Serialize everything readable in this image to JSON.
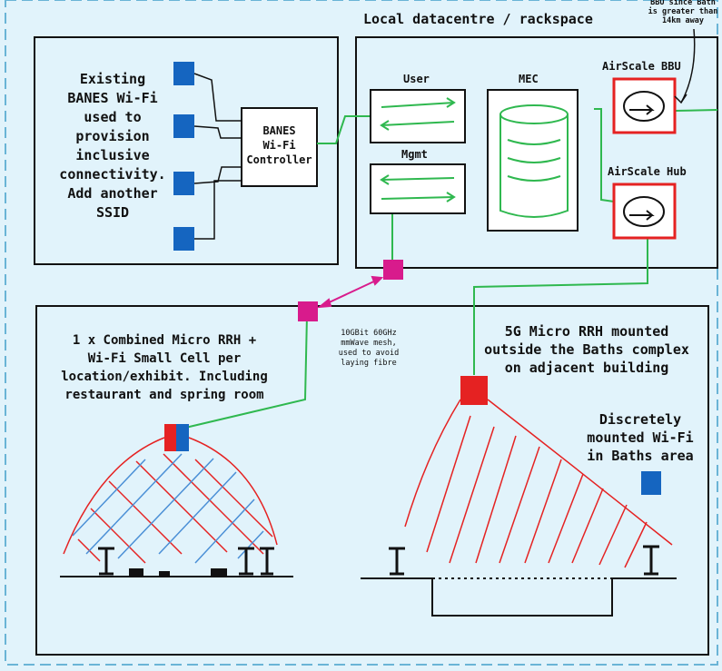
{
  "header": {
    "title": "Local datacentre / rackspace",
    "note_lines": [
      "BBU since Bath",
      "is greater than",
      "14km away"
    ]
  },
  "wifi_panel": {
    "description_lines": [
      "Existing",
      "BANES Wi-Fi",
      "used to",
      "provision",
      "inclusive",
      "connectivity.",
      "Add another",
      "SSID"
    ],
    "controller_lines": [
      "BANES",
      "Wi-Fi",
      "Controller"
    ]
  },
  "datacentre": {
    "user_label": "User",
    "mgmt_label": "Mgmt",
    "mec_label": "MEC",
    "bbu_label": "AirScale BBU",
    "hub_label": "AirScale Hub"
  },
  "link": {
    "note_lines": [
      "10GBit 60GHz",
      "mmWave mesh,",
      "used to avoid",
      "laying fibre"
    ]
  },
  "site": {
    "combined_lines": [
      "1 x Combined Micro RRH +",
      "Wi-Fi Small Cell per",
      "location/exhibit. Including",
      "restaurant and spring room"
    ],
    "rrh_lines": [
      "5G Micro RRH mounted",
      "outside the Baths complex",
      "on adjacent building"
    ],
    "wifi_lines": [
      "Discretely",
      "mounted Wi-Fi",
      "in Baths area"
    ]
  },
  "colors": {
    "background": "#e1f3fb",
    "wifi_blue": "#1565c0",
    "link_green": "#2fb84f",
    "mesh_magenta": "#d81b8c",
    "rrh_red": "#e52222"
  }
}
